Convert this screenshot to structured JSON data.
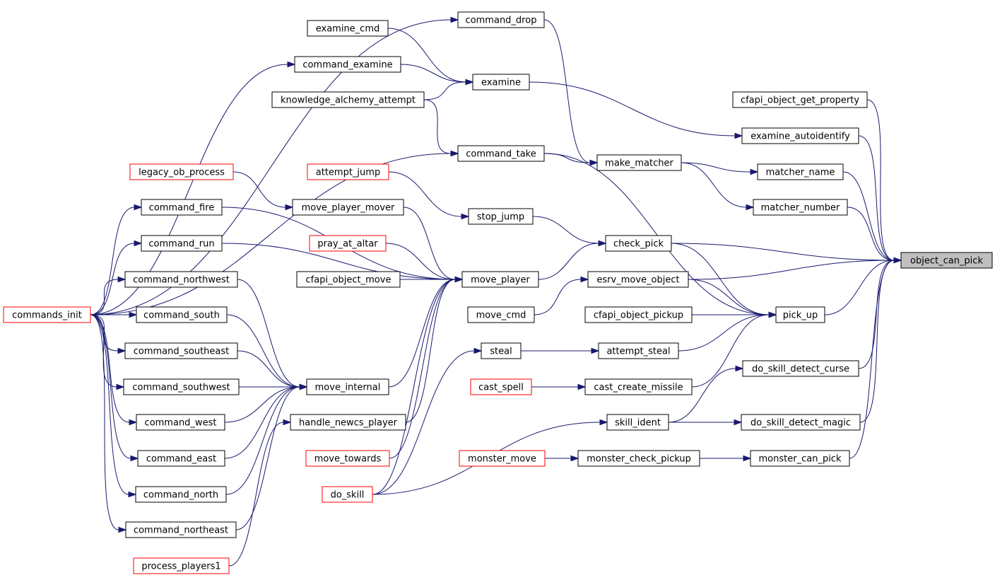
{
  "graph": {
    "type": "call-graph",
    "nodes": [
      {
        "id": "object_can_pick",
        "label": "object_can_pick",
        "style": "target"
      },
      {
        "id": "cfapi_object_get_property",
        "label": "cfapi_object_get_property",
        "style": "normal"
      },
      {
        "id": "examine_autoidentify",
        "label": "examine_autoidentify",
        "style": "normal"
      },
      {
        "id": "matcher_name",
        "label": "matcher_name",
        "style": "normal"
      },
      {
        "id": "matcher_number",
        "label": "matcher_number",
        "style": "normal"
      },
      {
        "id": "check_pick",
        "label": "check_pick",
        "style": "normal"
      },
      {
        "id": "esrv_move_object",
        "label": "esrv_move_object",
        "style": "normal"
      },
      {
        "id": "pick_up",
        "label": "pick_up",
        "style": "normal"
      },
      {
        "id": "do_skill_detect_curse",
        "label": "do_skill_detect_curse",
        "style": "normal"
      },
      {
        "id": "do_skill_detect_magic",
        "label": "do_skill_detect_magic",
        "style": "normal"
      },
      {
        "id": "monster_can_pick",
        "label": "monster_can_pick",
        "style": "normal"
      },
      {
        "id": "command_drop",
        "label": "command_drop",
        "style": "normal"
      },
      {
        "id": "examine_cmd",
        "label": "examine_cmd",
        "style": "normal"
      },
      {
        "id": "command_examine",
        "label": "command_examine",
        "style": "normal"
      },
      {
        "id": "examine",
        "label": "examine",
        "style": "normal"
      },
      {
        "id": "knowledge_alchemy_attempt",
        "label": "knowledge_alchemy_attempt",
        "style": "normal"
      },
      {
        "id": "command_take",
        "label": "command_take",
        "style": "normal"
      },
      {
        "id": "make_matcher",
        "label": "make_matcher",
        "style": "normal"
      },
      {
        "id": "legacy_ob_process",
        "label": "legacy_ob_process",
        "style": "red"
      },
      {
        "id": "attempt_jump",
        "label": "attempt_jump",
        "style": "red"
      },
      {
        "id": "move_player_mover",
        "label": "move_player_mover",
        "style": "normal"
      },
      {
        "id": "stop_jump",
        "label": "stop_jump",
        "style": "normal"
      },
      {
        "id": "command_fire",
        "label": "command_fire",
        "style": "normal"
      },
      {
        "id": "command_run",
        "label": "command_run",
        "style": "normal"
      },
      {
        "id": "pray_at_altar",
        "label": "pray_at_altar",
        "style": "red"
      },
      {
        "id": "cfapi_object_move",
        "label": "cfapi_object_move",
        "style": "normal"
      },
      {
        "id": "move_player",
        "label": "move_player",
        "style": "normal"
      },
      {
        "id": "command_northwest",
        "label": "command_northwest",
        "style": "normal"
      },
      {
        "id": "commands_init",
        "label": "commands_init",
        "style": "red"
      },
      {
        "id": "command_south",
        "label": "command_south",
        "style": "normal"
      },
      {
        "id": "move_cmd",
        "label": "move_cmd",
        "style": "normal"
      },
      {
        "id": "cfapi_object_pickup",
        "label": "cfapi_object_pickup",
        "style": "normal"
      },
      {
        "id": "command_southeast",
        "label": "command_southeast",
        "style": "normal"
      },
      {
        "id": "steal",
        "label": "steal",
        "style": "normal"
      },
      {
        "id": "attempt_steal",
        "label": "attempt_steal",
        "style": "normal"
      },
      {
        "id": "command_southwest",
        "label": "command_southwest",
        "style": "normal"
      },
      {
        "id": "move_internal",
        "label": "move_internal",
        "style": "normal"
      },
      {
        "id": "cast_spell",
        "label": "cast_spell",
        "style": "red"
      },
      {
        "id": "cast_create_missile",
        "label": "cast_create_missile",
        "style": "normal"
      },
      {
        "id": "command_west",
        "label": "command_west",
        "style": "normal"
      },
      {
        "id": "handle_newcs_player",
        "label": "handle_newcs_player",
        "style": "normal"
      },
      {
        "id": "skill_ident",
        "label": "skill_ident",
        "style": "normal"
      },
      {
        "id": "command_east",
        "label": "command_east",
        "style": "normal"
      },
      {
        "id": "move_towards",
        "label": "move_towards",
        "style": "red"
      },
      {
        "id": "monster_move",
        "label": "monster_move",
        "style": "red"
      },
      {
        "id": "monster_check_pickup",
        "label": "monster_check_pickup",
        "style": "normal"
      },
      {
        "id": "command_north",
        "label": "command_north",
        "style": "normal"
      },
      {
        "id": "do_skill",
        "label": "do_skill",
        "style": "red"
      },
      {
        "id": "command_northeast",
        "label": "command_northeast",
        "style": "normal"
      },
      {
        "id": "process_players1",
        "label": "process_players1",
        "style": "red"
      }
    ],
    "edges": [
      [
        "cfapi_object_get_property",
        "object_can_pick"
      ],
      [
        "examine_autoidentify",
        "object_can_pick"
      ],
      [
        "matcher_name",
        "object_can_pick"
      ],
      [
        "matcher_number",
        "object_can_pick"
      ],
      [
        "check_pick",
        "object_can_pick"
      ],
      [
        "esrv_move_object",
        "object_can_pick"
      ],
      [
        "pick_up",
        "object_can_pick"
      ],
      [
        "do_skill_detect_curse",
        "object_can_pick"
      ],
      [
        "do_skill_detect_magic",
        "object_can_pick"
      ],
      [
        "monster_can_pick",
        "object_can_pick"
      ],
      [
        "examine",
        "examine_autoidentify"
      ],
      [
        "make_matcher",
        "matcher_name"
      ],
      [
        "make_matcher",
        "matcher_number"
      ],
      [
        "command_drop",
        "make_matcher"
      ],
      [
        "command_take",
        "make_matcher"
      ],
      [
        "commands_init",
        "command_drop"
      ],
      [
        "examine_cmd",
        "examine"
      ],
      [
        "command_examine",
        "examine"
      ],
      [
        "knowledge_alchemy_attempt",
        "examine"
      ],
      [
        "commands_init",
        "command_examine"
      ],
      [
        "knowledge_alchemy_attempt",
        "command_take"
      ],
      [
        "commands_init",
        "command_take"
      ],
      [
        "command_take",
        "pick_up"
      ],
      [
        "stop_jump",
        "check_pick"
      ],
      [
        "move_player",
        "check_pick"
      ],
      [
        "check_pick",
        "pick_up"
      ],
      [
        "esrv_move_object",
        "pick_up"
      ],
      [
        "cfapi_object_pickup",
        "pick_up"
      ],
      [
        "attempt_steal",
        "pick_up"
      ],
      [
        "cast_create_missile",
        "pick_up"
      ],
      [
        "attempt_jump",
        "stop_jump"
      ],
      [
        "legacy_ob_process",
        "move_player_mover"
      ],
      [
        "move_player_mover",
        "move_player"
      ],
      [
        "pray_at_altar",
        "move_player"
      ],
      [
        "cfapi_object_move",
        "move_player"
      ],
      [
        "command_fire",
        "move_player"
      ],
      [
        "command_run",
        "move_player"
      ],
      [
        "move_internal",
        "move_player"
      ],
      [
        "handle_newcs_player",
        "move_player"
      ],
      [
        "move_towards",
        "move_player"
      ],
      [
        "do_skill",
        "move_player"
      ],
      [
        "move_cmd",
        "esrv_move_object"
      ],
      [
        "steal",
        "attempt_steal"
      ],
      [
        "do_skill",
        "steal"
      ],
      [
        "cast_spell",
        "cast_create_missile"
      ],
      [
        "commands_init",
        "command_fire"
      ],
      [
        "commands_init",
        "command_run"
      ],
      [
        "commands_init",
        "command_northwest"
      ],
      [
        "commands_init",
        "command_south"
      ],
      [
        "commands_init",
        "command_southeast"
      ],
      [
        "commands_init",
        "command_southwest"
      ],
      [
        "commands_init",
        "command_west"
      ],
      [
        "commands_init",
        "command_east"
      ],
      [
        "commands_init",
        "command_north"
      ],
      [
        "commands_init",
        "command_northeast"
      ],
      [
        "command_northwest",
        "move_internal"
      ],
      [
        "command_south",
        "move_internal"
      ],
      [
        "command_southeast",
        "move_internal"
      ],
      [
        "command_southwest",
        "move_internal"
      ],
      [
        "command_west",
        "move_internal"
      ],
      [
        "command_east",
        "move_internal"
      ],
      [
        "command_north",
        "move_internal"
      ],
      [
        "command_northeast",
        "move_internal"
      ],
      [
        "process_players1",
        "handle_newcs_player"
      ],
      [
        "skill_ident",
        "do_skill_detect_curse"
      ],
      [
        "skill_ident",
        "do_skill_detect_magic"
      ],
      [
        "do_skill",
        "skill_ident"
      ],
      [
        "monster_move",
        "monster_check_pickup"
      ],
      [
        "monster_check_pickup",
        "monster_can_pick"
      ]
    ]
  }
}
